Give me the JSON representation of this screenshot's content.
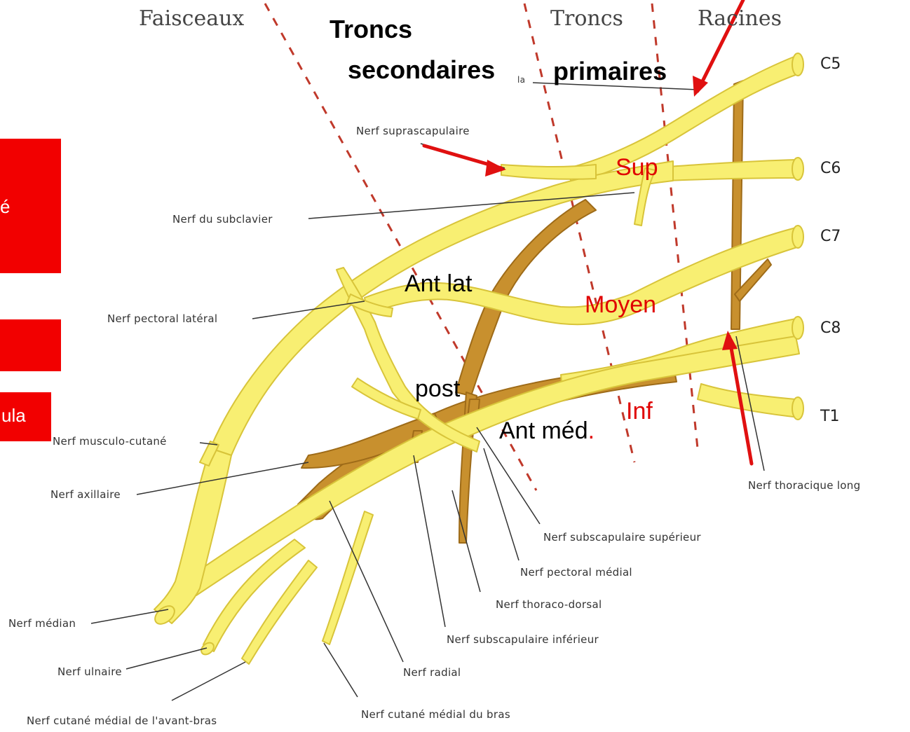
{
  "colors": {
    "nerve_fill": "#f8ef72",
    "nerve_edge": "#d8c43a",
    "posterior_fill": "#c8902e",
    "posterior_edge": "#9e6b18",
    "divider": "#c0392b",
    "arrow": "#e01010",
    "box": "#f20000"
  },
  "headers": {
    "faisceaux": "Faisceaux",
    "troncs": "Troncs",
    "racines": "Racines",
    "troncs_secondaires_line1": "Troncs",
    "troncs_secondaires_line2": "secondaires",
    "primaires": "primaires",
    "partial_la": "la"
  },
  "roots": [
    "C5",
    "C6",
    "C7",
    "C8",
    "T1"
  ],
  "annotations": {
    "sup": "Sup",
    "moyen": "Moyen",
    "inf": "Inf",
    "ant_lat": "Ant lat",
    "post": "post",
    "ant_med": "Ant méd",
    "ant_med_dot": "."
  },
  "left_boxes": {
    "box1_text": "é",
    "box2_text": "",
    "box3_text": "ula"
  },
  "nerve_labels": {
    "suprascapulaire": "Nerf suprascapulaire",
    "subclavier": "Nerf du subclavier",
    "pectoral_lateral": "Nerf pectoral latéral",
    "musculo_cutane": "Nerf musculo-cutané",
    "axillaire": "Nerf axillaire",
    "median": "Nerf médian",
    "ulnaire": "Nerf ulnaire",
    "cutane_avant_bras": "Nerf cutané médial de l'avant-bras",
    "cutane_bras": "Nerf cutané médial du bras",
    "radial": "Nerf radial",
    "subscapulaire_inferieur": "Nerf subscapulaire inférieur",
    "thoraco_dorsal": "Nerf thoraco-dorsal",
    "pectoral_medial": "Nerf pectoral médial",
    "subscapulaire_superieur": "Nerf subscapulaire supérieur",
    "thoracique_long": "Nerf thoracique long"
  }
}
